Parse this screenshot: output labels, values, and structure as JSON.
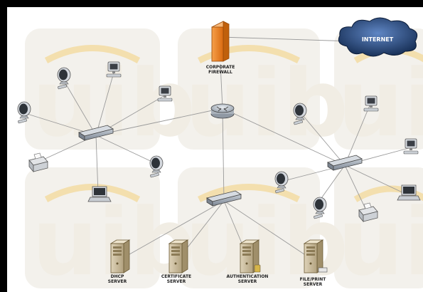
{
  "nodes": {
    "internet": "INTERNET",
    "firewall": [
      "CORPORATE",
      "FIREWALL"
    ],
    "dhcp": [
      "DHCP",
      "SERVER"
    ],
    "certificate": [
      "CERTIFICATE",
      "SERVER"
    ],
    "authentication": [
      "AUTHENTICATION",
      "SERVER"
    ],
    "fileprint": [
      "FILE/PRINT",
      "SERVER"
    ]
  },
  "watermark": "uib",
  "colors": {
    "firewall": "#f08a2a",
    "cloud": "#1e3f78",
    "line": "#9a9a9a",
    "switch": "#8f98a3"
  }
}
